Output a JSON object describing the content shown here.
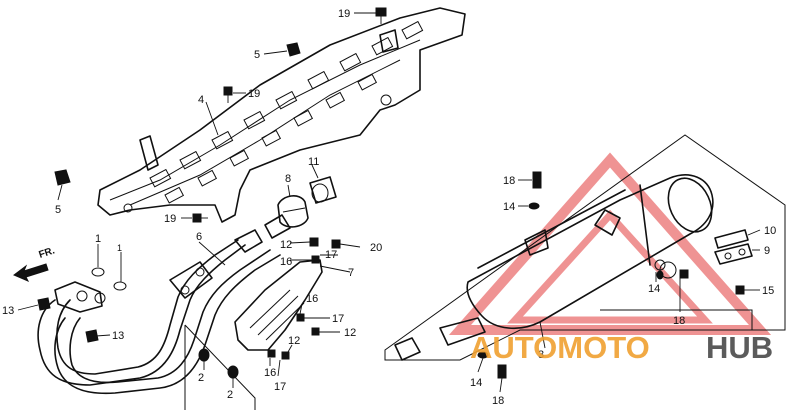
{
  "diagram": {
    "direction_label": "FR.",
    "callouts": {
      "c19a": "19",
      "c5a": "5",
      "c19b": "19",
      "c4": "4",
      "c5b": "5",
      "c19c": "19",
      "c6": "6",
      "c8": "8",
      "c11": "11",
      "c1": "1",
      "c1b": "1",
      "c13a": "13",
      "c13b": "13",
      "c12a": "12",
      "c20": "20",
      "c16a": "16",
      "c17a": "17",
      "c7": "7",
      "c16b": "16",
      "c17b": "17",
      "c12b": "12",
      "c12c": "12",
      "c16c": "16",
      "c17c": "17",
      "c2a": "2",
      "c2b": "2",
      "c18a": "18",
      "c14a": "14",
      "c10": "10",
      "c9": "9",
      "c14b": "14",
      "c15": "15",
      "c18b": "18",
      "c3": "3",
      "c14c": "14",
      "c18c": "18"
    }
  },
  "watermark": {
    "part1": "AUTOMOTO",
    "part2": "HUB",
    "color_accent": "#f0a030",
    "color_dark": "#4a4a4a",
    "color_triangle": "#e23a3a"
  }
}
